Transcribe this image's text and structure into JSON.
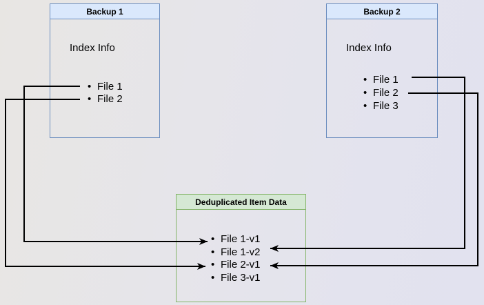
{
  "diagram": {
    "background": {
      "gradient_start": "#e8e6e3",
      "gradient_end": "#e2e2ef"
    },
    "arrow_color": "#000000",
    "boxes": {
      "backup1": {
        "title": "Backup 1",
        "subtitle": "Index Info",
        "files": [
          "File 1",
          "File 2"
        ],
        "header_fill": "#dae8fc",
        "border_color": "#6c8ebf"
      },
      "backup2": {
        "title": "Backup 2",
        "subtitle": "Index Info",
        "files": [
          "File 1",
          "File 2",
          "File 3"
        ],
        "header_fill": "#dae8fc",
        "border_color": "#6c8ebf"
      },
      "dedup": {
        "title": "Deduplicated Item Data",
        "items": [
          "File 1-v1",
          "File 1-v2",
          "File 2-v1",
          "File 3-v1"
        ],
        "header_fill": "#d5e8d4",
        "border_color": "#82b366"
      }
    },
    "connections": [
      {
        "from": "Backup 1 / File 1",
        "to": "File 1-v1",
        "enters": "left"
      },
      {
        "from": "Backup 1 / File 2",
        "to": "File 2-v1",
        "enters": "left"
      },
      {
        "from": "Backup 2 / File 1",
        "to": "File 1-v2",
        "enters": "right"
      },
      {
        "from": "Backup 2 / File 2",
        "to": "File 2-v1",
        "enters": "right"
      }
    ]
  }
}
